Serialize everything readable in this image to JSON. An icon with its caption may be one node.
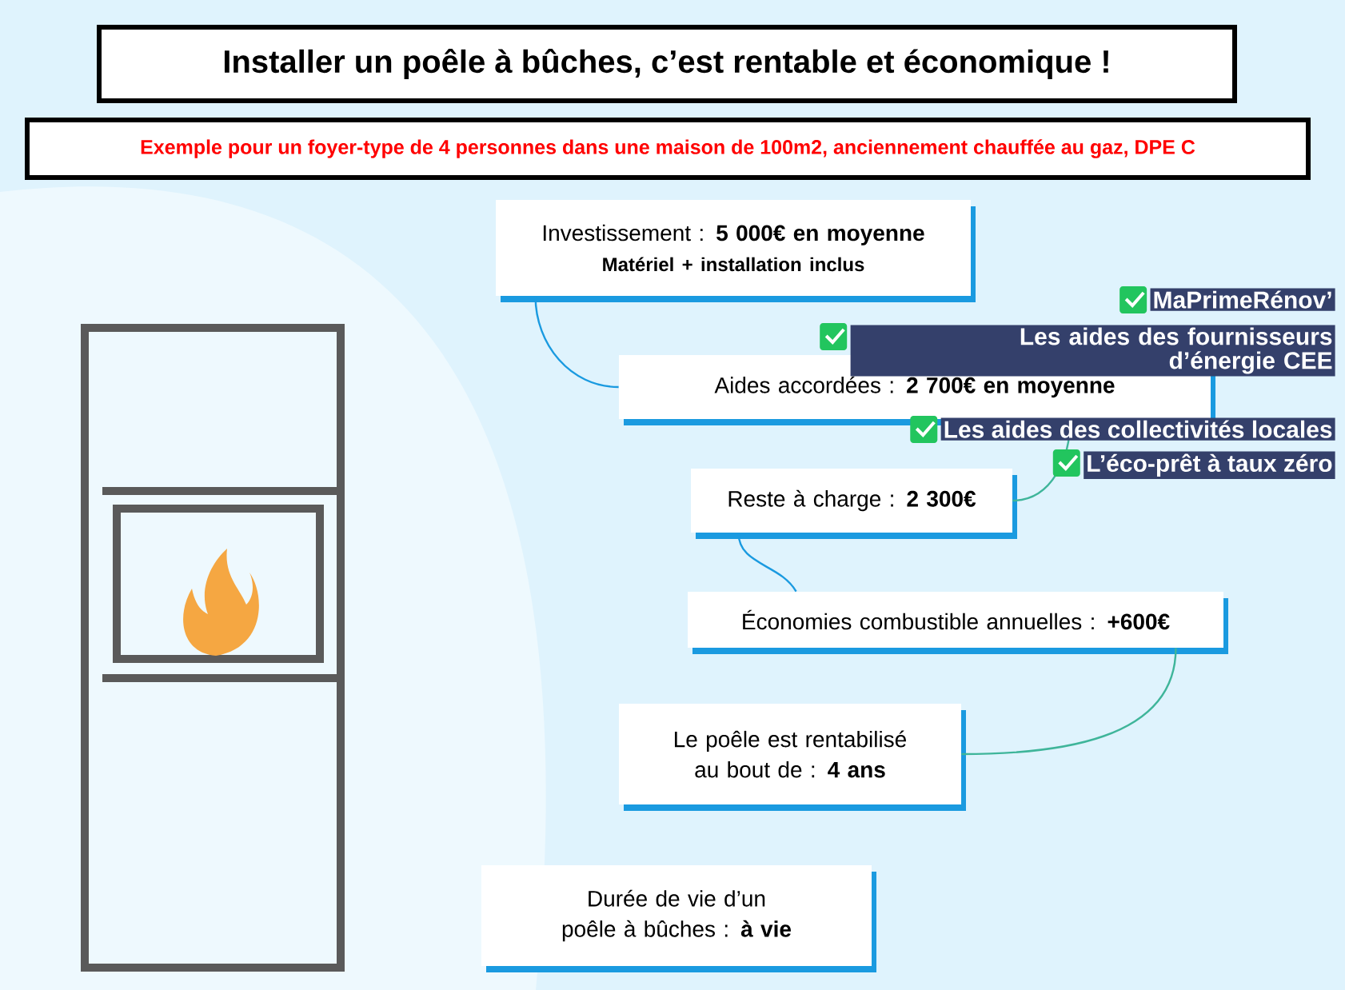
{
  "diagram": {
    "title": "Installer un poêle à bûches, c’est rentable et économique !",
    "nodes": [
      {
        "text": [
          "Investissement : **5 000€ en moyenne**",
          "Matériel + installation inclus"
        ]
      },
      {
        "text": [
          "Aides accordées : **2 700€ en moyenne**"
        ]
      },
      {
        "text": [
          "Reste à charge : **2 300€**"
        ]
      },
      {
        "text": [
          "Économies combustible annuelles : **+600€**"
        ]
      },
      {
        "text": [
          "Le poêle est rentabilisé au bout de : **4 ans**"
        ]
      },
      {
        "text": [
          "Durée de vie d’un poêle à bûches : **à vie**"
        ]
      }
    ],
    "edges": [
      {
        "from": 0,
        "to": 1,
        "arrow": "none"
      },
      {
        "from": 1,
        "to": 2,
        "arrow": "none",
        "color": "#3fb59a"
      },
      {
        "from": 2,
        "to": 3,
        "arrow": "none"
      },
      {
        "from": 3,
        "to": 4,
        "arrow": "none",
        "color": "#3fb59a"
      }
    ],
    "labels": [
      "Exemple pour un foyer-type de 4 personnes dans une maison de 100m2, anciennement chauffée au gaz, DPE C",
      "MaPrimeRénov’",
      "Les aides des fournisseurs d’énergie CEE",
      "Les aides des collectivités locales",
      "L’éco-prêt à taux zéro"
    ]
  }
}
